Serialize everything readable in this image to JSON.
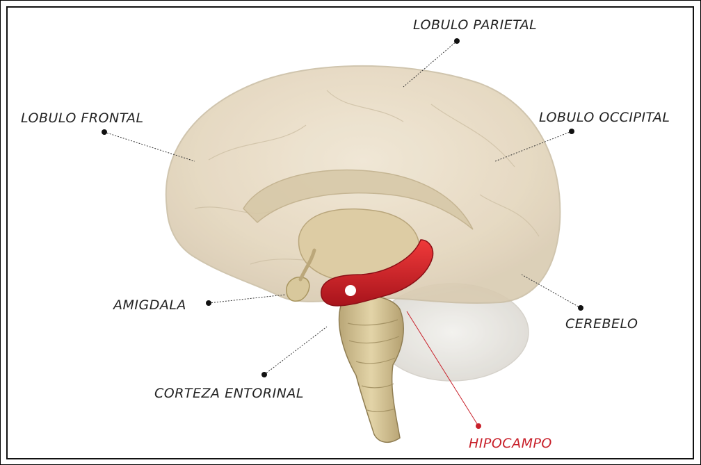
{
  "labels": {
    "parietal": "LOBULO PARIETAL",
    "frontal": "LOBULO FRONTAL",
    "occipital": "LOBULO OCCIPITAL",
    "amigdala": "AMIGDALA",
    "cerebelo": "CEREBELO",
    "corteza": "CORTEZA ENTORINAL",
    "hipocampo": "HIPOCAMPO"
  },
  "colors": {
    "label_text": "#222222",
    "highlight": "#c8202a",
    "brain_tissue": "#e8dcc4",
    "brainstem": "#d9c89a"
  }
}
